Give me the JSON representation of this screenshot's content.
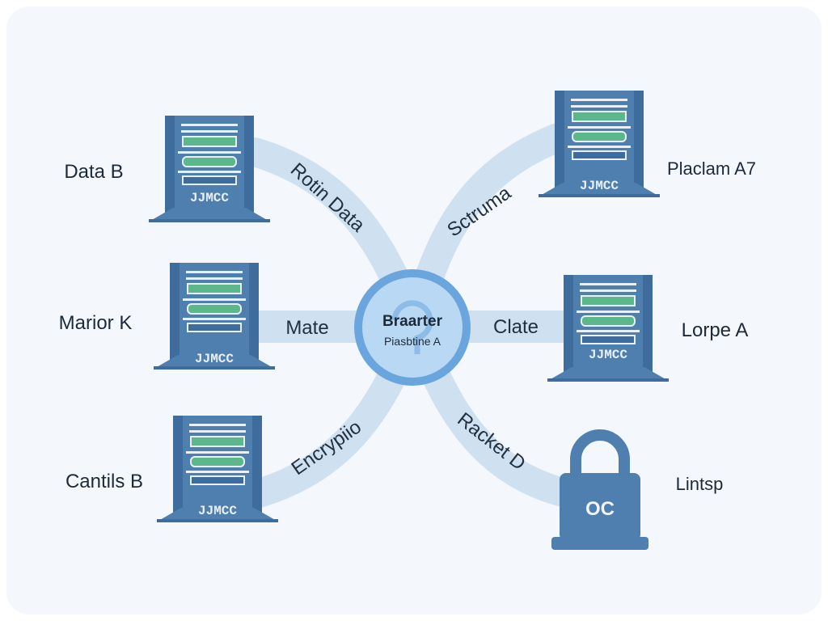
{
  "hub": {
    "title": "Braarter",
    "subtitle": "Piasbtine A"
  },
  "nodes": {
    "top_left": {
      "label": "Data B",
      "badge": "JJMCC"
    },
    "mid_left": {
      "label": "Marior K",
      "badge": "JJMCC"
    },
    "bottom_left": {
      "label": "Cantils B",
      "badge": "JJMCC"
    },
    "top_right": {
      "label": "Placlam A7",
      "badge": "JJMCC"
    },
    "mid_right": {
      "label": "Lorpe A",
      "badge": "JJMCC"
    },
    "bottom_right": {
      "label": "Lintsp",
      "badge": "OC"
    }
  },
  "connections": {
    "top_left": "Rotin Data",
    "mid_left": "Mate",
    "bottom_left": "Encrypiio",
    "top_right": "Sctruma",
    "mid_right": "Clate",
    "bottom_right": "Racket D"
  },
  "icons": {
    "server": "server-rack-icon",
    "lock": "padlock-icon",
    "hub": "hub-circle-icon"
  },
  "colors": {
    "background": "#f4f7fb",
    "connector": "#cfe0f0",
    "device": "#4f7fae",
    "device_dark": "#3e6c9c",
    "accent_green": "#5cb88a",
    "hub_ring": "#6aa6dd",
    "hub_fill": "#b9d8f3"
  }
}
